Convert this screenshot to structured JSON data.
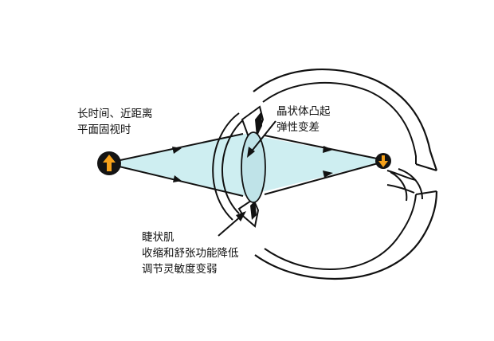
{
  "labels": {
    "viewing_habit": {
      "line1": "长时间、近距离",
      "line2": "平面固视时"
    },
    "lens": {
      "line1": "晶状体凸起",
      "line2": "弹性变差"
    },
    "ciliary_muscle": {
      "line1": "睫状肌",
      "line2": "收缩和舒张功能降低",
      "line3": "调节灵敏度变弱"
    }
  },
  "icons": {
    "object": "arrow-up-icon",
    "retina_image": "arrow-down-icon"
  },
  "colors": {
    "light_beam": "#c9ecf0",
    "lens_fill": "#bfe3e8",
    "icon_bg": "#141414",
    "arrow_fill": "#f6a11a",
    "outline": "#111111"
  }
}
